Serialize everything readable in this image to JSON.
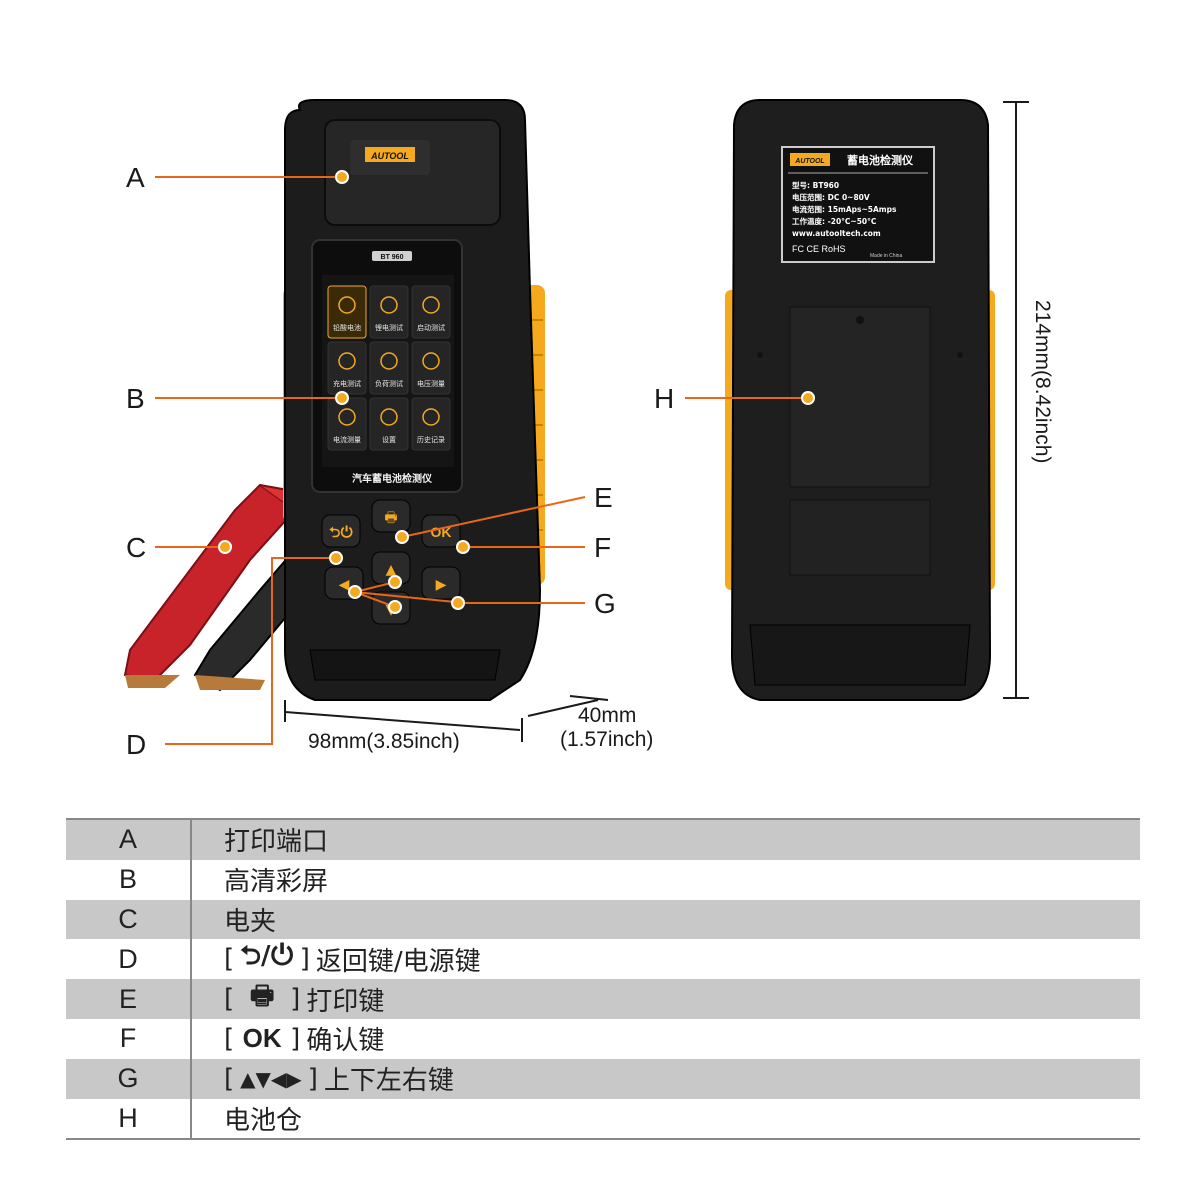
{
  "device_front": {
    "brand": "AUTOOL",
    "model_tag": "BT 960",
    "screen_title": "汽车蓄电池检测仪",
    "menu": [
      "铅酸电池",
      "锂电测试",
      "启动测试",
      "充电测试",
      "负荷测试",
      "电压测量",
      "电流测量",
      "设置",
      "历史记录"
    ],
    "ok_key": "OK"
  },
  "device_back": {
    "brand": "AUTOOL",
    "label_title": "蓄电池检测仪",
    "spec_lines": [
      "型号: BT960",
      "电压范围: DC 0~80V",
      "电流范围: 15mAps~5Amps",
      "工作温度: -20°C~50°C",
      "www.autooltech.com"
    ],
    "cert_marks": "FC CE RoHS",
    "made_in": "Made in China"
  },
  "callouts": {
    "a": "A",
    "b": "B",
    "c": "C",
    "d": "D",
    "e": "E",
    "f": "F",
    "g": "G",
    "h": "H"
  },
  "dimensions": {
    "width": "98mm(3.85inch)",
    "depth_mm": "40mm",
    "depth_in": "(1.57inch)",
    "height": "214mm(8.42inch)"
  },
  "legend": [
    {
      "key": "A",
      "desc": "打印端口"
    },
    {
      "key": "B",
      "desc": "高清彩屏"
    },
    {
      "key": "C",
      "desc": "电夹"
    },
    {
      "key": "D",
      "desc": "返回键/电源键",
      "glyph": "⮌/⏻"
    },
    {
      "key": "E",
      "desc": "打印键",
      "glyph": "🖶"
    },
    {
      "key": "F",
      "desc": "确认键",
      "glyph": "OK"
    },
    {
      "key": "G",
      "desc": "上下左右键",
      "glyph": "▲▼◀▶"
    },
    {
      "key": "H",
      "desc": "电池仓"
    }
  ],
  "colors": {
    "accent": "#f5a91f",
    "callout_line": "#e8661a",
    "body": "#1c1c1c"
  }
}
